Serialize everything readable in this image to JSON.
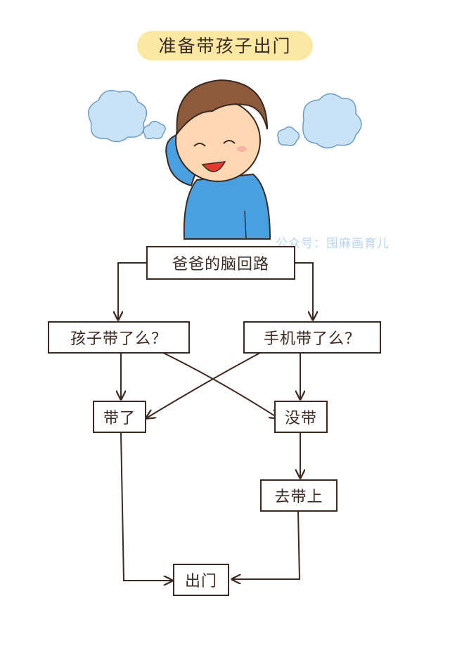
{
  "title": "准备带孩子出门",
  "watermark": "公众号：囤麻画育儿",
  "nodes": {
    "root": "爸爸的脑回路",
    "q_child": "孩子带了么？",
    "q_phone": "手机带了么？",
    "brought": "带了",
    "not_brought": "没带",
    "go_get": "去带上",
    "go_out": "出门"
  },
  "colors": {
    "line": "#3b2a22",
    "title_bg": "#fbe9a3",
    "shirt": "#4a9fe0",
    "hair": "#8d5a3b",
    "cloud": "#c9e2f6"
  }
}
